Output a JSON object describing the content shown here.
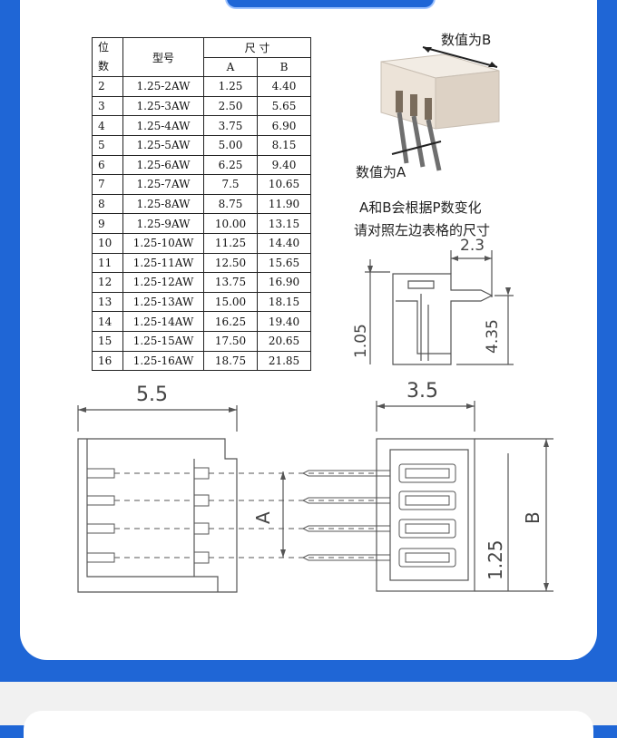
{
  "table": {
    "header_pos": "位数",
    "header_model": "型号",
    "header_size": "尺 寸",
    "header_a": "A",
    "header_b": "B",
    "rows": [
      {
        "pos": "2",
        "model": "1.25-2AW",
        "a": "1.25",
        "b": "4.40"
      },
      {
        "pos": "3",
        "model": "1.25-3AW",
        "a": "2.50",
        "b": "5.65"
      },
      {
        "pos": "4",
        "model": "1.25-4AW",
        "a": "3.75",
        "b": "6.90"
      },
      {
        "pos": "5",
        "model": "1.25-5AW",
        "a": "5.00",
        "b": "8.15"
      },
      {
        "pos": "6",
        "model": "1.25-6AW",
        "a": "6.25",
        "b": "9.40"
      },
      {
        "pos": "7",
        "model": "1.25-7AW",
        "a": "7.5",
        "b": "10.65"
      },
      {
        "pos": "8",
        "model": "1.25-8AW",
        "a": "8.75",
        "b": "11.90"
      },
      {
        "pos": "9",
        "model": "1.25-9AW",
        "a": "10.00",
        "b": "13.15"
      },
      {
        "pos": "10",
        "model": "1.25-10AW",
        "a": "11.25",
        "b": "14.40"
      },
      {
        "pos": "11",
        "model": "1.25-11AW",
        "a": "12.50",
        "b": "15.65"
      },
      {
        "pos": "12",
        "model": "1.25-12AW",
        "a": "13.75",
        "b": "16.90"
      },
      {
        "pos": "13",
        "model": "1.25-13AW",
        "a": "15.00",
        "b": "18.15"
      },
      {
        "pos": "14",
        "model": "1.25-14AW",
        "a": "16.25",
        "b": "19.40"
      },
      {
        "pos": "15",
        "model": "1.25-15AW",
        "a": "17.50",
        "b": "20.65"
      },
      {
        "pos": "16",
        "model": "1.25-16AW",
        "a": "18.75",
        "b": "21.85"
      }
    ]
  },
  "photo": {
    "label_b": "数值为B",
    "label_a": "数值为A"
  },
  "note": {
    "line1": "A和B会根据P数变化",
    "line2": "请对照左边表格的尺寸"
  },
  "dims": {
    "side_width": "2.3",
    "side_left_height": "1.05",
    "side_right_height": "4.35",
    "front_width": "5.5",
    "top_width": "3.5",
    "label_a": "A",
    "label_b": "B",
    "pitch": "1.25"
  },
  "colors": {
    "frame_blue": "#1f66d6",
    "drawing_line": "#555555"
  }
}
